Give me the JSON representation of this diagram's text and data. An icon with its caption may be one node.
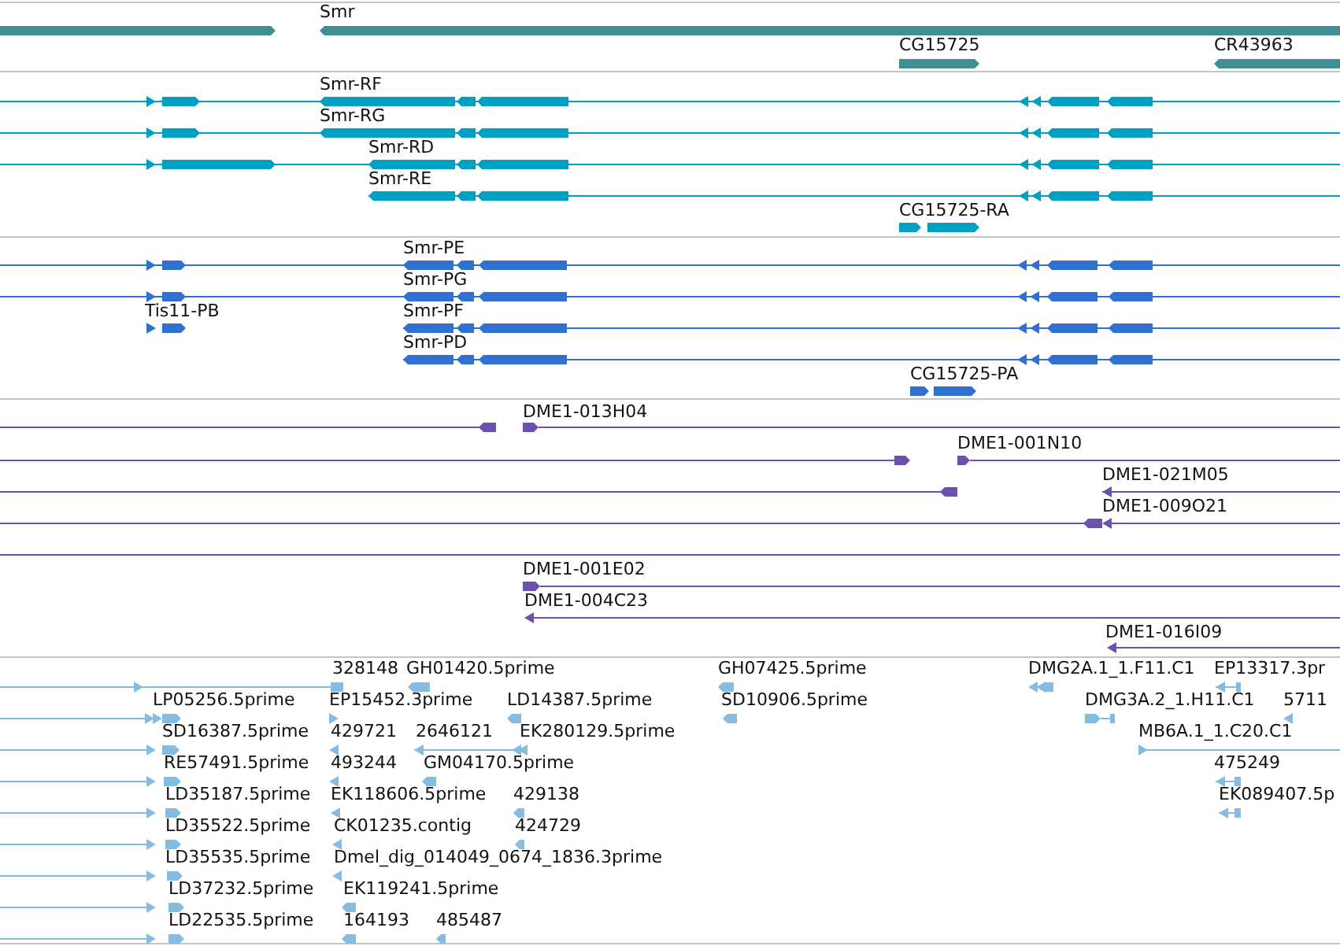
{
  "diagram": {
    "labels": [
      "Smr",
      "CG15725",
      "CR43963",
      "Smr-RF",
      "Smr-RG",
      "Smr-RD",
      "Smr-RE",
      "CG15725-RA",
      "Smr-PE",
      "Smr-PG",
      "Tis11-PB",
      "Smr-PF",
      "Smr-PD",
      "CG15725-PA",
      "DME1-013H04",
      "DME1-001N10",
      "DME1-021M05",
      "DME1-009O21",
      "DME1-001E02",
      "DME1-004C23",
      "DME1-016I09",
      "328148",
      "GH01420.5prime",
      "GH07425.5prime",
      "DMG2A.1_1.F11.C1",
      "EP13317.3pr",
      "LP05256.5prime",
      "EP15452.3prime",
      "LD14387.5prime",
      "SD10906.5prime",
      "DMG3A.2_1.H11.C1",
      "5711",
      "SD16387.5prime",
      "429721",
      "2646121",
      "EK280129.5prime",
      "MB6A.1_1.C20.C1",
      "RE57491.5prime",
      "493244",
      "GM04170.5prime",
      "475249",
      "LD35187.5prime",
      "EK118606.5prime",
      "429138",
      "EK089407.5p",
      "LD35522.5prime",
      "CK01235.contig",
      "424729",
      "LD35535.5prime",
      "Dmel_dig_014049_0674_1836.3prime",
      "LD37232.5prime",
      "EK119241.5prime",
      "LD22535.5prime",
      "164193",
      "485487"
    ]
  }
}
